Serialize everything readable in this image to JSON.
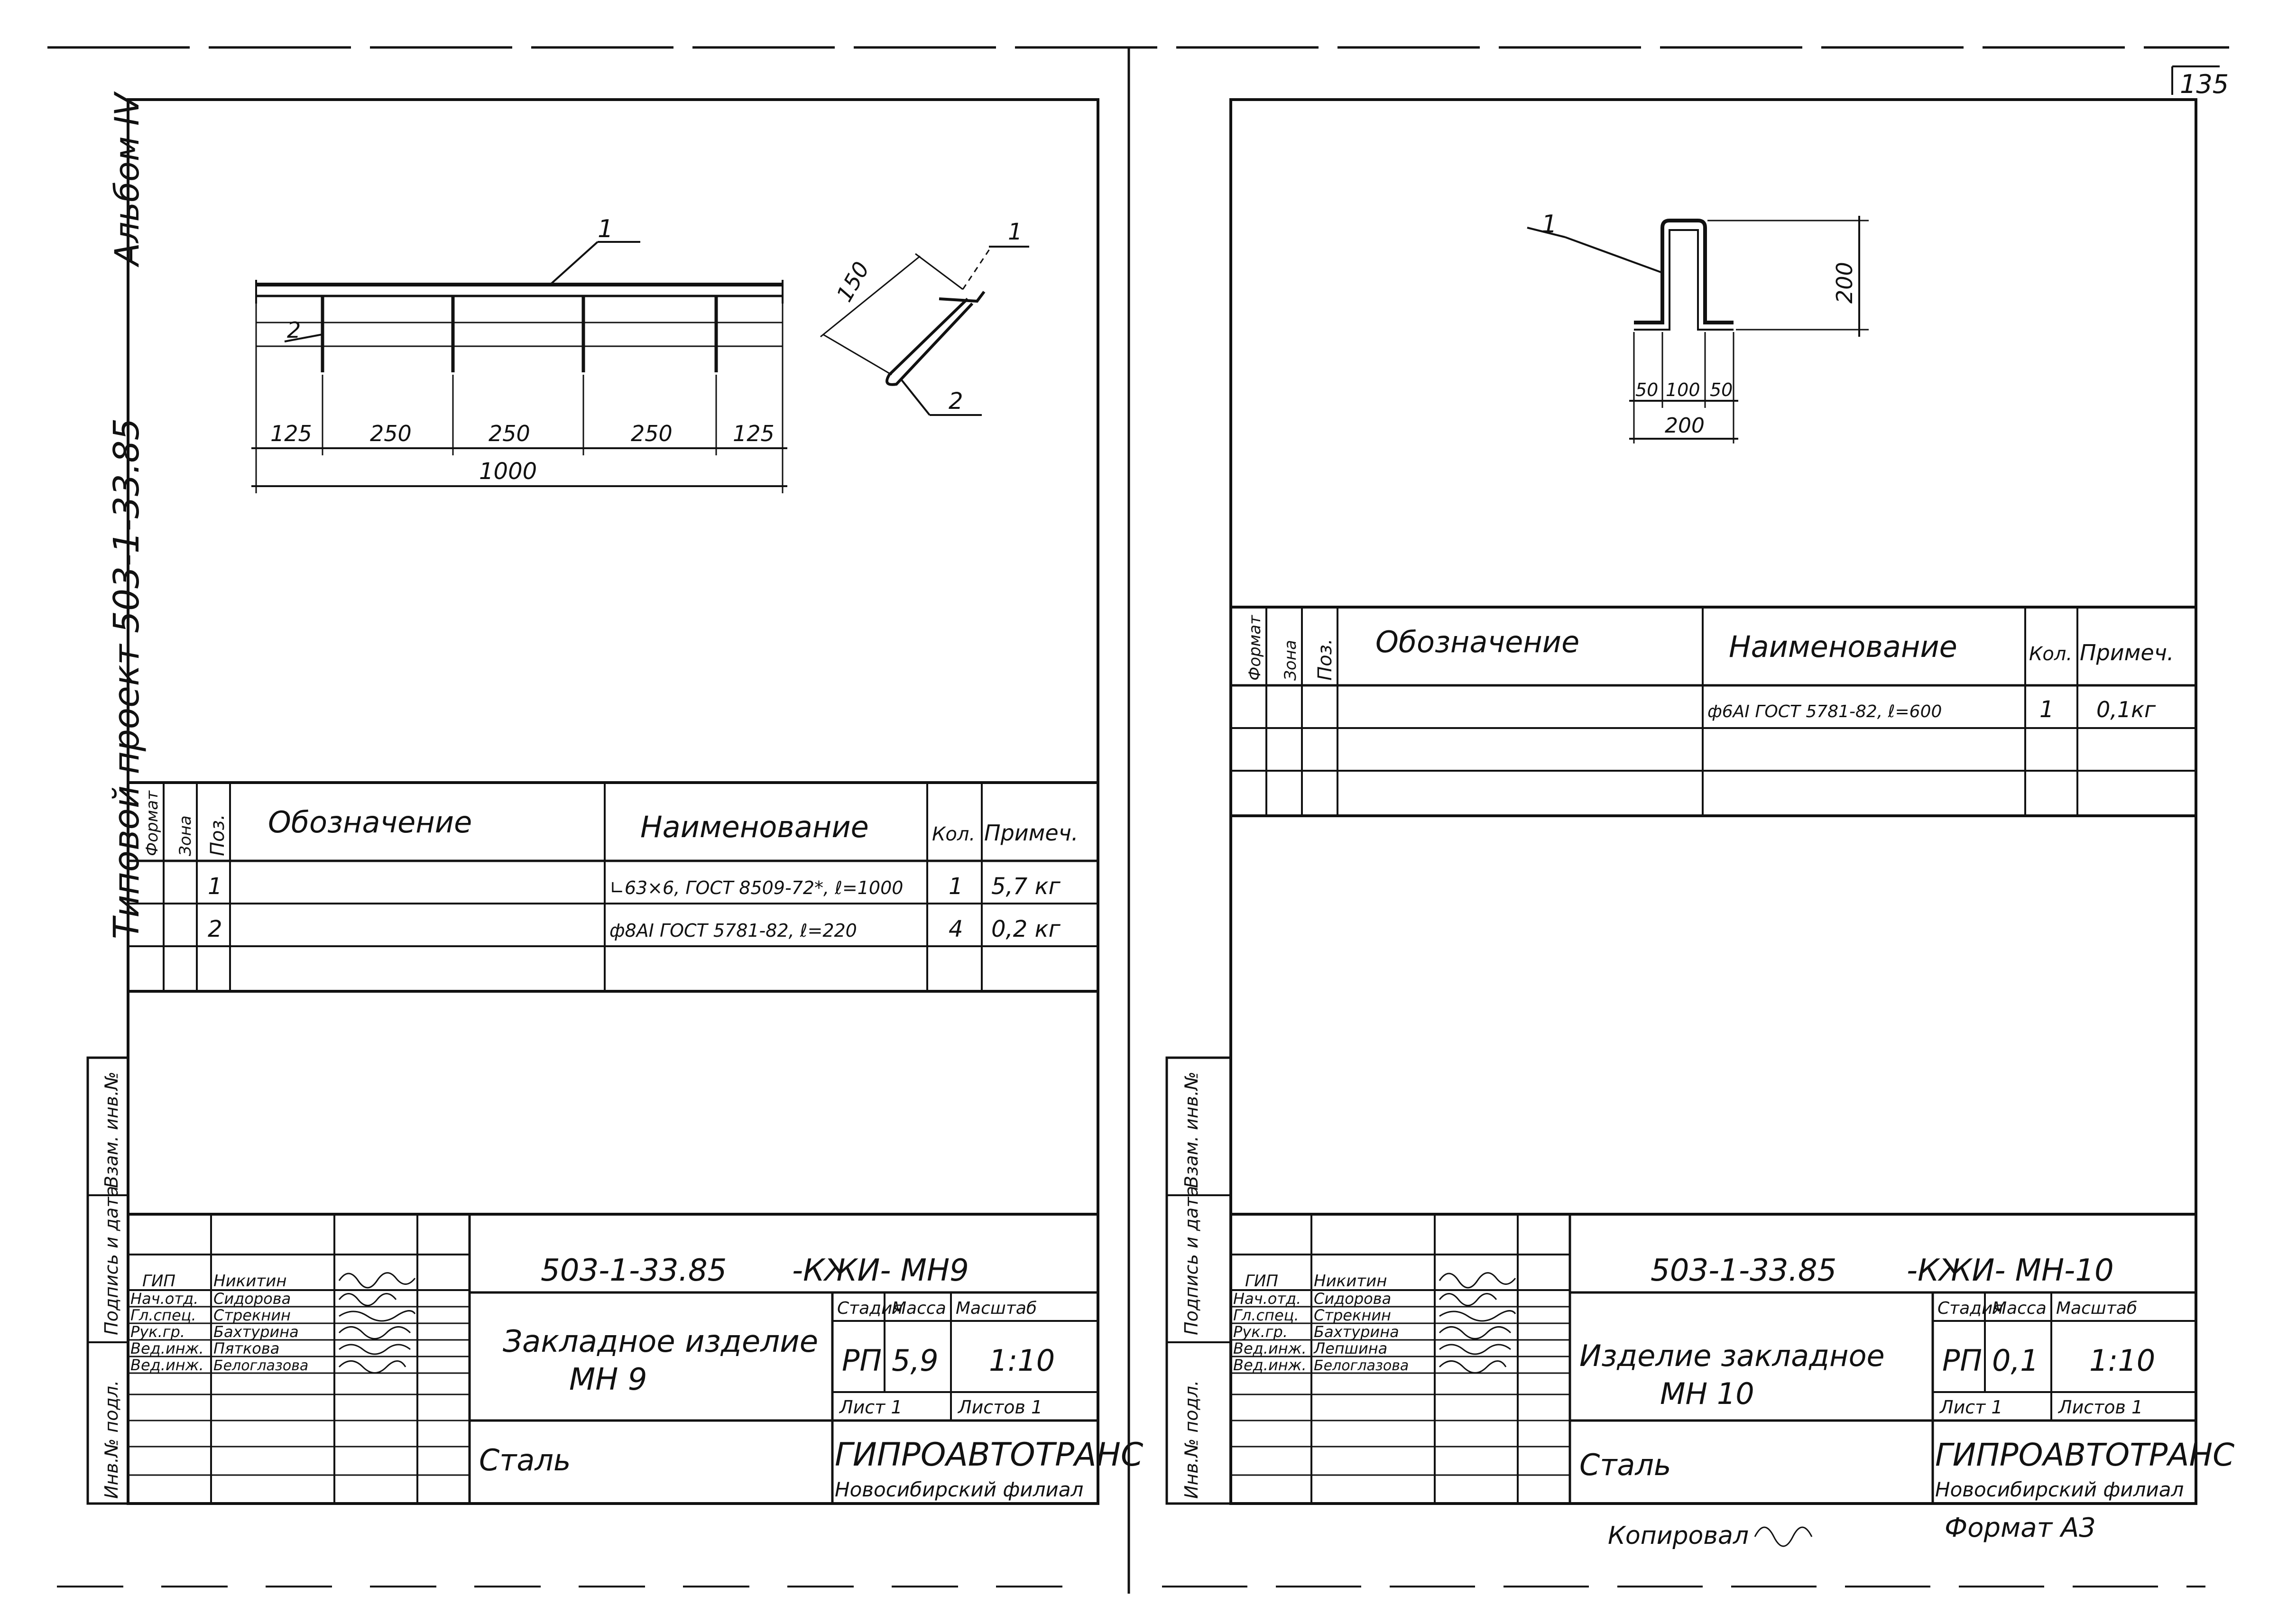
{
  "page_number": "135",
  "left_sheet": {
    "side_stamp": "Типовой проект 503-1-33.85",
    "album": "Альбом IV",
    "drawing": {
      "pos_labels": [
        "1",
        "2"
      ],
      "dims": {
        "end_left": "125",
        "span1": "250",
        "span2": "250",
        "span3": "250",
        "end_right": "125",
        "total": "1000",
        "side": "150"
      }
    },
    "spec": {
      "headers": {
        "format": "Формат",
        "zone": "Зона",
        "pos": "Поз.",
        "designation": "Обозначение",
        "name": "Наименование",
        "qty": "Кол.",
        "note": "Примеч."
      },
      "rows": [
        {
          "pos": "1",
          "name": "∟63×6, ГОСТ 8509-72*, ℓ=1000",
          "qty": "1",
          "note": "5,7 кг"
        },
        {
          "pos": "2",
          "name": "ф8АI ГОСТ 5781-82, ℓ=220",
          "qty": "4",
          "note": "0,2 кг"
        }
      ]
    },
    "stamp_side": {
      "inv_orig": "Инв.№ подл.",
      "sign_date": "Подпись и дата",
      "inv_replace": "Взам. инв.№"
    },
    "title_block": {
      "roles": [
        "ГИП",
        "Нач.отд.",
        "Гл.спец.",
        "Рук.гр.",
        "Вед.инж.",
        "Вед.инж."
      ],
      "names": [
        "Никитин",
        "Сидорова",
        "Стрекнин",
        "Бахтурина",
        "Пяткова",
        "Белоглазова"
      ],
      "code": "503-1-33.85",
      "code_suffix": "-КЖИ- МН9",
      "title_line1": "Закладное изделие",
      "title_line2": "МН 9",
      "stage_hdr": "Стадия",
      "mass_hdr": "Масса",
      "scale_hdr": "Масштаб",
      "stage": "РП",
      "mass": "5,9",
      "scale": "1:10",
      "sheet": "Лист 1",
      "sheets": "Листов 1",
      "material": "Сталь",
      "org": "ГИПРОАВТОТРАНС",
      "branch": "Новосибирский филиал"
    }
  },
  "right_sheet": {
    "drawing": {
      "pos_label": "1",
      "dims": {
        "height": "200",
        "a": "50",
        "b": "100",
        "c": "50",
        "width": "200"
      }
    },
    "spec": {
      "headers": {
        "format": "Формат",
        "zone": "Зона",
        "pos": "Поз.",
        "designation": "Обозначение",
        "name": "Наименование",
        "qty": "Кол.",
        "note": "Примеч."
      },
      "rows": [
        {
          "pos": "",
          "name": "ф6АI ГОСТ 5781-82, ℓ=600",
          "qty": "1",
          "note": "0,1кг"
        }
      ]
    },
    "stamp_side": {
      "inv_orig": "Инв.№ подл.",
      "sign_date": "Подпись и дата",
      "inv_replace": "Взам. инв.№"
    },
    "title_block": {
      "roles": [
        "ГИП",
        "Нач.отд.",
        "Гл.спец.",
        "Рук.гр.",
        "Вед.инж.",
        "Вед.инж."
      ],
      "names": [
        "Никитин",
        "Сидорова",
        "Стрекнин",
        "Бахтурина",
        "Лепшина",
        "Белоглазова"
      ],
      "code": "503-1-33.85",
      "code_suffix": "-КЖИ- МН-10",
      "title_line1": "Изделие закладное",
      "title_line2": "МН 10",
      "stage_hdr": "Стадия",
      "mass_hdr": "Масса",
      "scale_hdr": "Масштаб",
      "stage": "РП",
      "mass": "0,1",
      "scale": "1:10",
      "sheet": "Лист 1",
      "sheets": "Листов 1",
      "material": "Сталь",
      "org": "ГИПРОАВТОТРАНС",
      "branch": "Новосибирский филиал"
    },
    "copied_by": "Копировал",
    "format": "Формат А3"
  }
}
